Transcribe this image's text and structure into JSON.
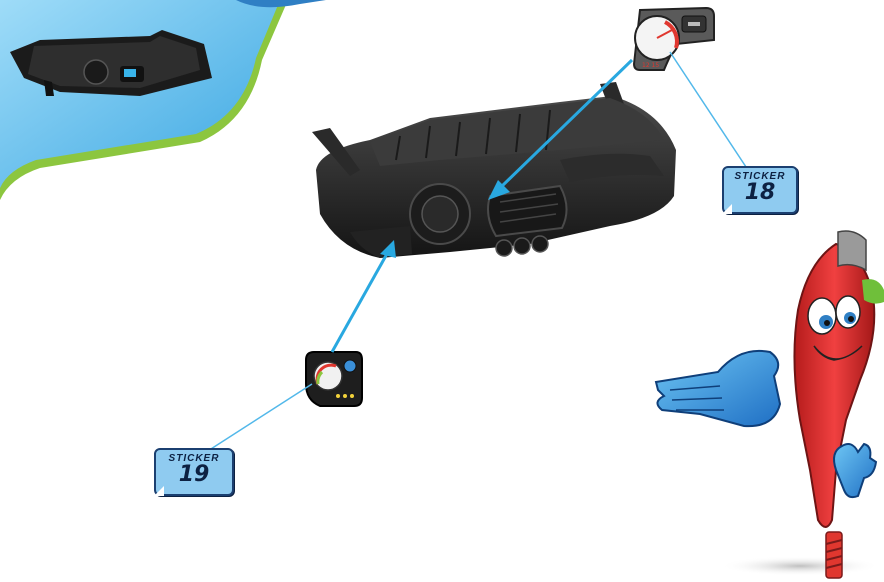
{
  "stickers": [
    {
      "word": "STICKER",
      "number": "18"
    },
    {
      "word": "STICKER",
      "number": "19"
    }
  ],
  "sticker18_art": {
    "text": "12 15"
  },
  "colors": {
    "panel_blue": "#5cb8ea",
    "panel_green": "#8cc63f",
    "arrow_blue": "#29a8e0",
    "label_blue": "#8fcbf0",
    "character_red": "#d62a2a",
    "glove_blue": "#3a8fd8"
  }
}
